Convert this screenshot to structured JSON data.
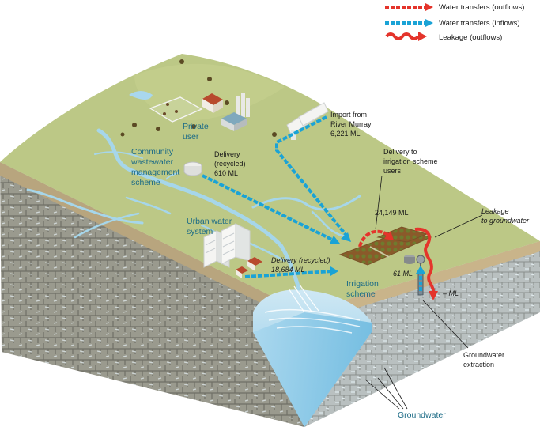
{
  "legend": {
    "outflows": "Water transfers (outflows)",
    "inflows": "Water transfers (inflows)",
    "leakage": "Leakage (outflows)"
  },
  "labels": {
    "private_user": [
      "Private",
      "user"
    ],
    "community": [
      "Community",
      "wastewater",
      "management",
      "scheme"
    ],
    "community_delivery": [
      "Delivery",
      "(recycled)",
      "610 ML"
    ],
    "import": [
      "Import from",
      "River Murray",
      "6,221 ML"
    ],
    "delivery_users": [
      "Delivery to",
      "irrigation scheme",
      "users"
    ],
    "delivery_value": "24,149 ML",
    "leakage_gw": [
      "Leakage",
      "to groundwater"
    ],
    "urban": [
      "Urban water",
      "system"
    ],
    "urban_delivery": [
      "Delivery (recycled)",
      "18,684 ML"
    ],
    "irrigation": [
      "Irrigation",
      "scheme"
    ],
    "extraction_value": "61 ML",
    "leakage_value": "– ML",
    "gw_extraction": [
      "Groundwater",
      "extraction"
    ],
    "groundwater": "Groundwater"
  },
  "colors": {
    "outflow": "#e4342b",
    "inflow": "#1aa3d6",
    "land": "#bcc886",
    "label_teal": "#1c6b86"
  }
}
